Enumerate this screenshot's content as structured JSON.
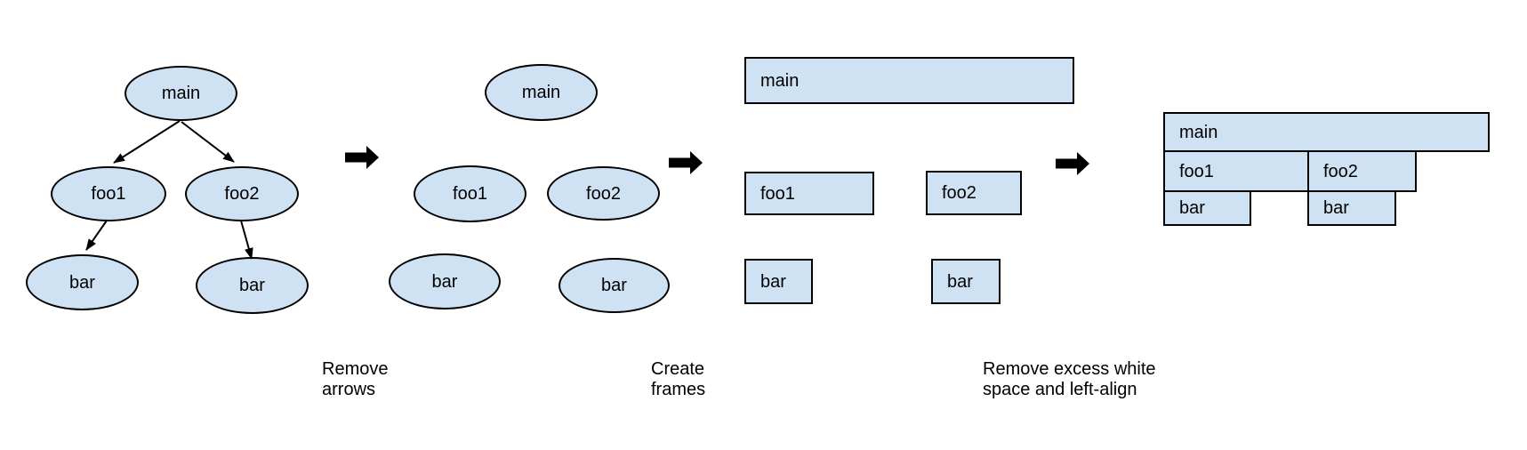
{
  "panels": {
    "call_tree": {
      "main": "main",
      "foo1": "foo1",
      "foo2": "foo2",
      "bar_left": "bar",
      "bar_right": "bar"
    },
    "no_arrows": {
      "main": "main",
      "foo1": "foo1",
      "foo2": "foo2",
      "bar_left": "bar",
      "bar_right": "bar"
    },
    "frames": {
      "main": "main",
      "foo1": "foo1",
      "foo2": "foo2",
      "bar_left": "bar",
      "bar_right": "bar"
    },
    "flame_graph": {
      "main": "main",
      "foo1": "foo1",
      "foo2": "foo2",
      "bar_left": "bar",
      "bar_right": "bar"
    }
  },
  "captions": {
    "step1": {
      "line1": "Remove",
      "line2": "arrows"
    },
    "step2": {
      "line1": "Create",
      "line2": "frames"
    },
    "step3": {
      "line1": "Remove excess white",
      "line2": "space and left-align"
    }
  },
  "colors": {
    "node_fill": "#cfe2f3",
    "node_border": "#000000",
    "arrow": "#000000",
    "text": "#000000",
    "background": "#ffffff"
  }
}
